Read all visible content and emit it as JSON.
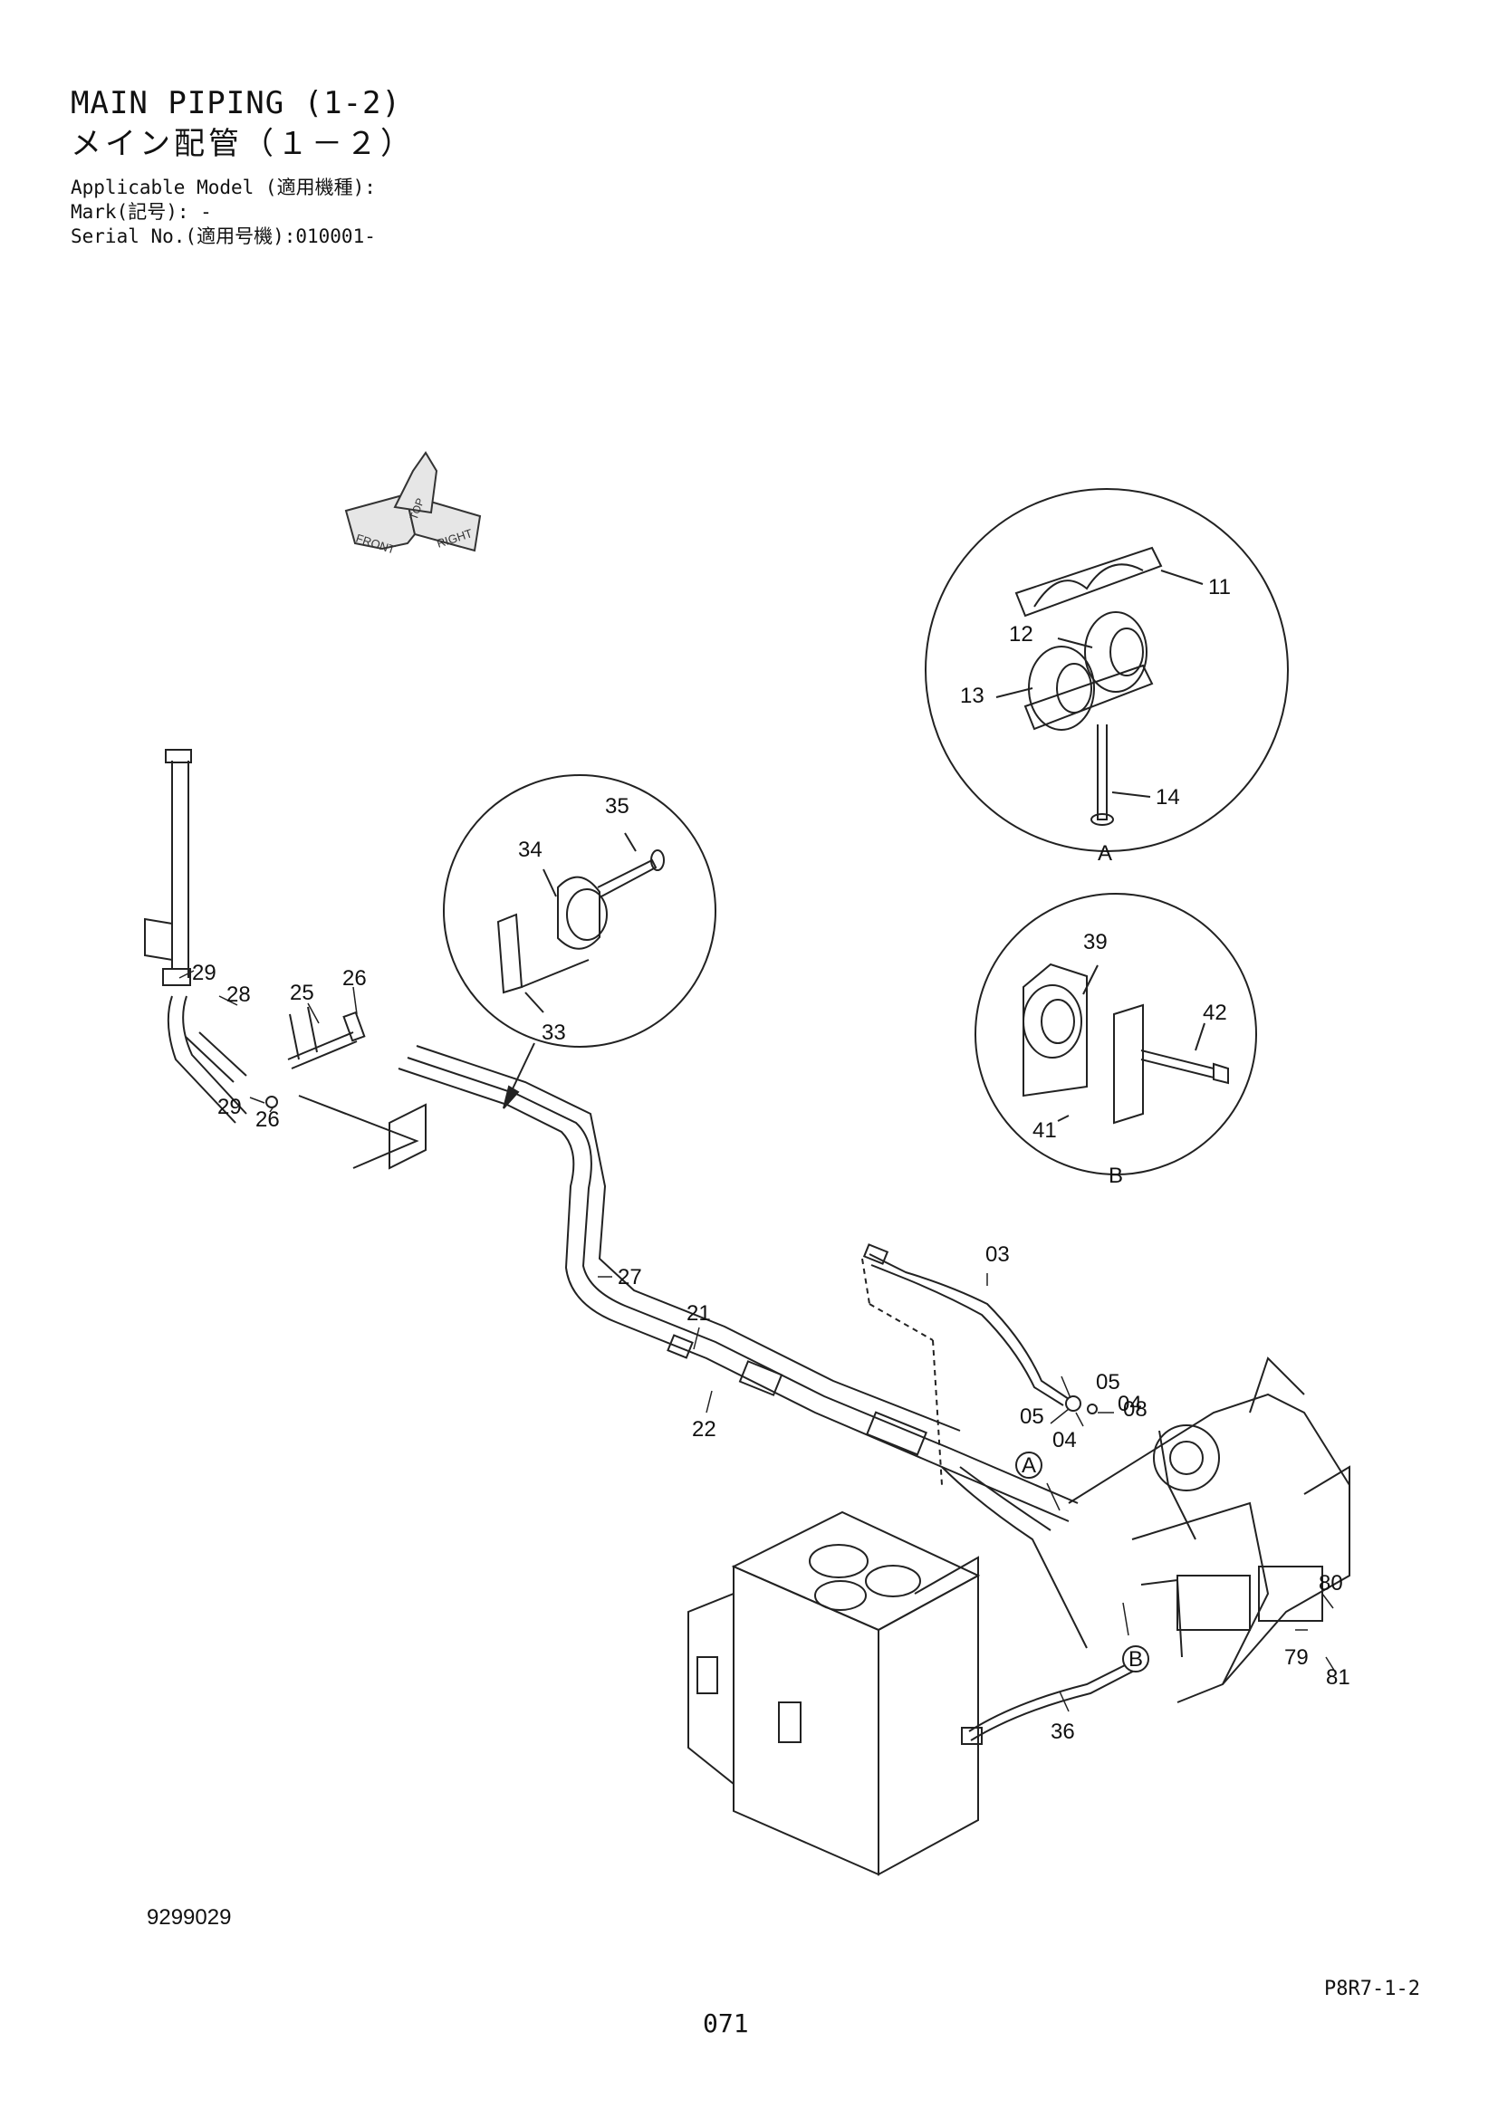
{
  "header": {
    "title_en": "MAIN PIPING (1-2)",
    "title_jp": "メイン配管（１－２）",
    "applicable_model": "Applicable Model (適用機種):",
    "mark": "Mark(記号): -",
    "serial": "Serial No.(適用号機):010001-"
  },
  "orientation": {
    "front": "FRONT",
    "top": "TOP",
    "right": "RIGHT"
  },
  "detail_views": {
    "A": "A",
    "B": "B"
  },
  "callouts": {
    "c03": "03",
    "c04a": "04",
    "c04b": "04",
    "c05a": "05",
    "c05b": "05",
    "c08": "08",
    "c11": "11",
    "c12": "12",
    "c13": "13",
    "c14": "14",
    "c21": "21",
    "c22": "22",
    "c25": "25",
    "c26a": "26",
    "c26b": "26",
    "c27": "27",
    "c28": "28",
    "c29a": "29",
    "c29b": "29",
    "c33": "33",
    "c34": "34",
    "c35": "35",
    "c36": "36",
    "c39": "39",
    "c41": "41",
    "c42": "42",
    "c79": "79",
    "c80": "80",
    "c81": "81",
    "markA": "A",
    "markB": "B"
  },
  "footer": {
    "drawing_number": "9299029",
    "page_code": "P8R7-1-2",
    "page_number": "071"
  }
}
